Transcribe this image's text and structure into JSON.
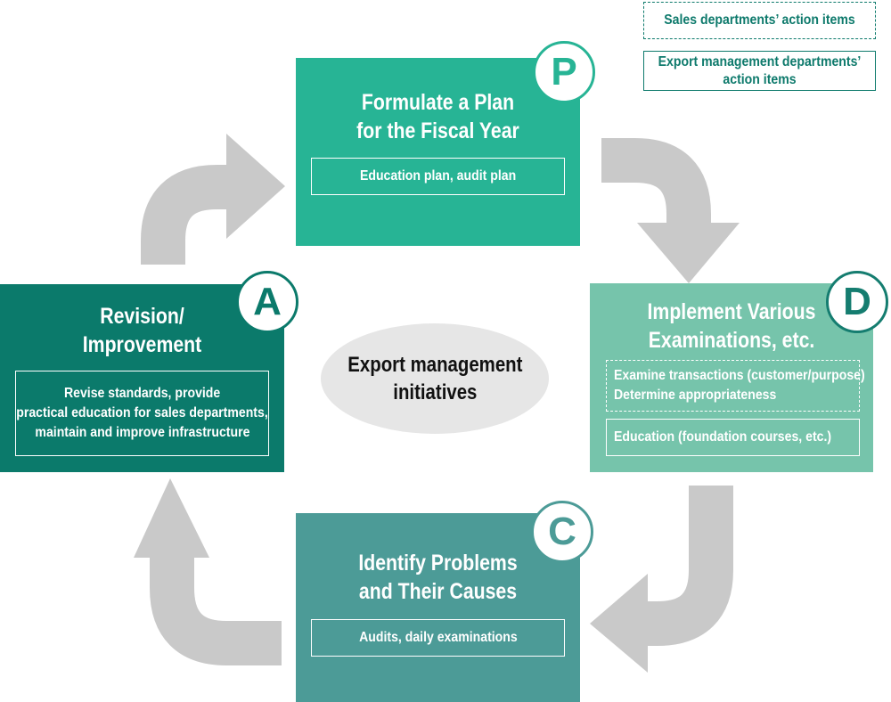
{
  "legend": {
    "sales": "Sales departments’ action items",
    "export_line1": "Export management departments’",
    "export_line2": "action items"
  },
  "center": {
    "line1": "Export management",
    "line2": "initiatives"
  },
  "plan": {
    "letter": "P",
    "title1": "Formulate a Plan",
    "title2": "for the Fiscal Year",
    "item": "Education plan, audit plan"
  },
  "do": {
    "letter": "D",
    "title1": "Implement Various",
    "title2": "Examinations, etc.",
    "sales_item1": "Examine transactions (customer/purpose)",
    "sales_item2": "Determine appropriateness",
    "item": "Education (foundation courses, etc.)"
  },
  "check": {
    "letter": "C",
    "title1": "Identify Problems",
    "title2": "and Their Causes",
    "item": "Audits, daily examinations"
  },
  "act": {
    "letter": "A",
    "title1": "Revision/",
    "title2": "Improvement",
    "item1": "Revise standards, provide",
    "item2": "practical education for sales departments,",
    "item3": "maintain and improve infrastructure"
  },
  "colors": {
    "plan": "#27b495",
    "do": "#76c4ab",
    "check": "#4c9b97",
    "act": "#0b7a6b",
    "arrow": "#c9c9c9"
  }
}
